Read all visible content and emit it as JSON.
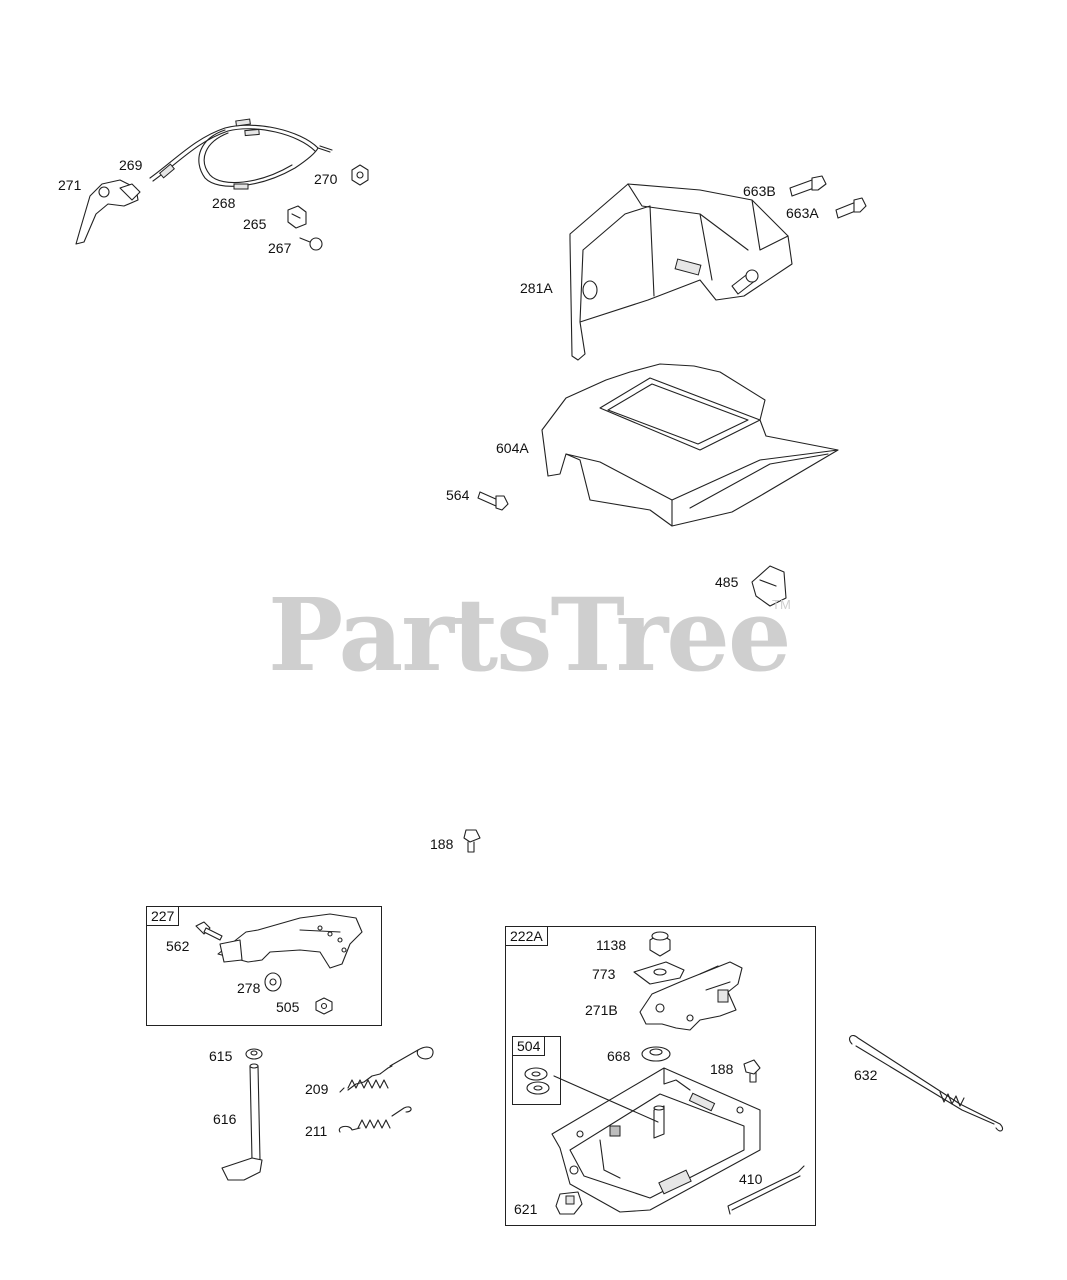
{
  "watermark": {
    "text": "PartsTree",
    "trademark": "TM"
  },
  "parts": [
    {
      "label": "271"
    },
    {
      "label": "269"
    },
    {
      "label": "268"
    },
    {
      "label": "270"
    },
    {
      "label": "265"
    },
    {
      "label": "267"
    },
    {
      "label": "663B"
    },
    {
      "label": "663A"
    },
    {
      "label": "281A"
    },
    {
      "label": "604A"
    },
    {
      "label": "564"
    },
    {
      "label": "485"
    },
    {
      "label": "188"
    },
    {
      "label": "562"
    },
    {
      "label": "278"
    },
    {
      "label": "505"
    },
    {
      "label": "615"
    },
    {
      "label": "616"
    },
    {
      "label": "209"
    },
    {
      "label": "211"
    },
    {
      "label": "1138"
    },
    {
      "label": "773"
    },
    {
      "label": "271B"
    },
    {
      "label": "668"
    },
    {
      "label": "188"
    },
    {
      "label": "632"
    },
    {
      "label": "410"
    },
    {
      "label": "621"
    }
  ],
  "groups": [
    {
      "label": "227"
    },
    {
      "label": "222A"
    },
    {
      "label": "504"
    }
  ]
}
